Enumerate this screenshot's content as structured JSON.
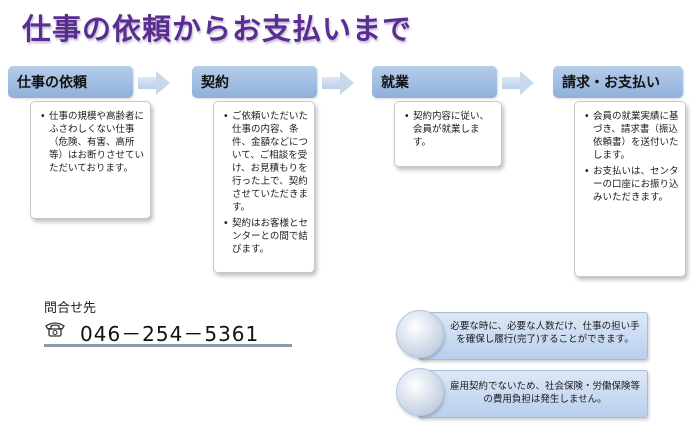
{
  "title": "仕事の依頼からお支払いまで",
  "steps": [
    {
      "header": "仕事の依頼",
      "items": [
        "仕事の規模や高齢者にふさわしくない仕事（危険、有害、高所等）はお断りさせていただいております。"
      ]
    },
    {
      "header": "契約",
      "items": [
        "ご依頼いただいた仕事の内容、条件、金額などについて、ご相談を受け、お見積もりを行った上で、契約させていただきます。",
        "契約はお客様とセンターとの間で結びます。"
      ]
    },
    {
      "header": "就業",
      "items": [
        "契約内容に従い、会員が就業します。"
      ]
    },
    {
      "header": "請求・お支払い",
      "items": [
        "会員の就業実績に基づき、請求書（振込依頼書）を送付いたします。",
        "お支払いは、センターの口座にお振り込みいただきます。"
      ]
    }
  ],
  "contact": {
    "label": "問合せ先",
    "phone": "046－254－5361",
    "icon": "telephone-icon"
  },
  "notes": [
    "必要な時に、必要な人数だけ、仕事の担い手を確保し履行(完了)することができます。",
    "雇用契約でないため、社会保険・労働保険等の費用負担は発生しません。"
  ],
  "colors": {
    "title": "#5a2d91",
    "header": "#a3bfe3",
    "note": "#c9daf1"
  }
}
